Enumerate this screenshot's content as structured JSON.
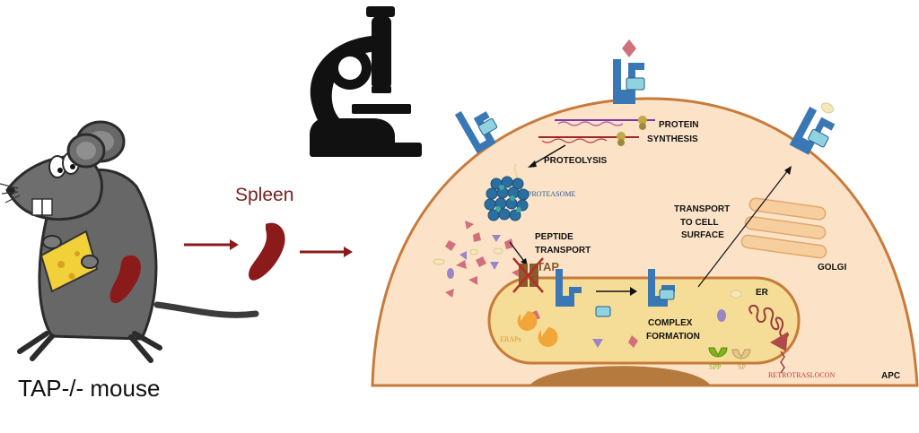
{
  "mouse": {
    "caption": "TAP-/- mouse"
  },
  "spleen": {
    "caption": "Spleen"
  },
  "cell": {
    "protein_synthesis": [
      "PROTEIN",
      "SYNTHESIS"
    ],
    "proteolysis": "PROTEOLYSIS",
    "proteasome": "PROTEASOME",
    "peptide_transport": [
      "PEPTIDE",
      "TRANSPORT"
    ],
    "tap": "TAP",
    "transport_to_surface": [
      "TRANSPORT",
      "TO CELL",
      "SURFACE"
    ],
    "golgi": "GOLGI",
    "er": "ER",
    "complex_formation": [
      "COMPLEX",
      "FORMATION"
    ],
    "erap": "ERAPs",
    "spp": "SPP",
    "sp": "SP",
    "retrotranslocon": "RETROTRASLOCON",
    "apc": "APC"
  },
  "colors": {
    "spleen": "#8b1a1a",
    "arrow": "#8b1a1a",
    "cell_fill": "#fce3c8",
    "cell_border": "#c87a3a",
    "er_fill": "#f6dd97",
    "mhc": "#3a78b5",
    "peptide": "#d1707a"
  }
}
